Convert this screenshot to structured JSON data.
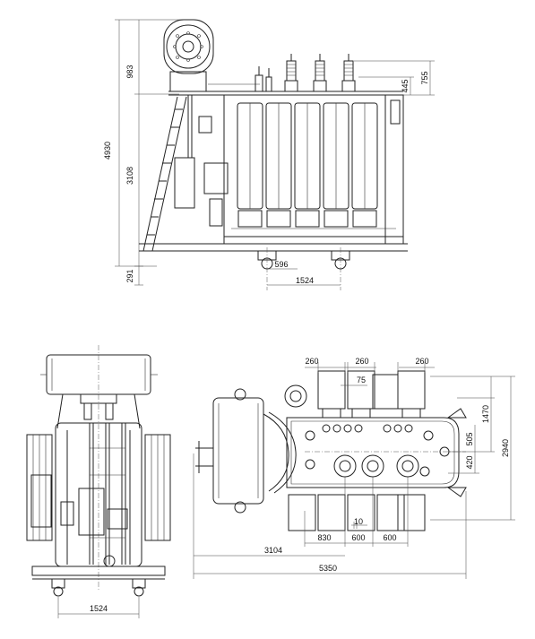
{
  "dimensions": {
    "side_view": {
      "total_height": "4930",
      "conservator_height": "983",
      "tank_height": "3108",
      "base_height": "291",
      "wheel_offset": "596",
      "track_width": "1524",
      "bushing_height_a": "445",
      "bushing_height_b": "755"
    },
    "front_view": {
      "track_width": "1524"
    },
    "top_view": {
      "radiator_width_a": "260",
      "radiator_width_b": "260",
      "radiator_width_c": "260",
      "gap_75": "75",
      "dim_1470": "1470",
      "dim_505": "505",
      "dim_420": "420",
      "dim_2940": "2940",
      "gap_10": "10",
      "dim_830": "830",
      "dim_600_a": "600",
      "dim_600_b": "600",
      "dim_3104": "3104",
      "total_length": "5350"
    }
  }
}
